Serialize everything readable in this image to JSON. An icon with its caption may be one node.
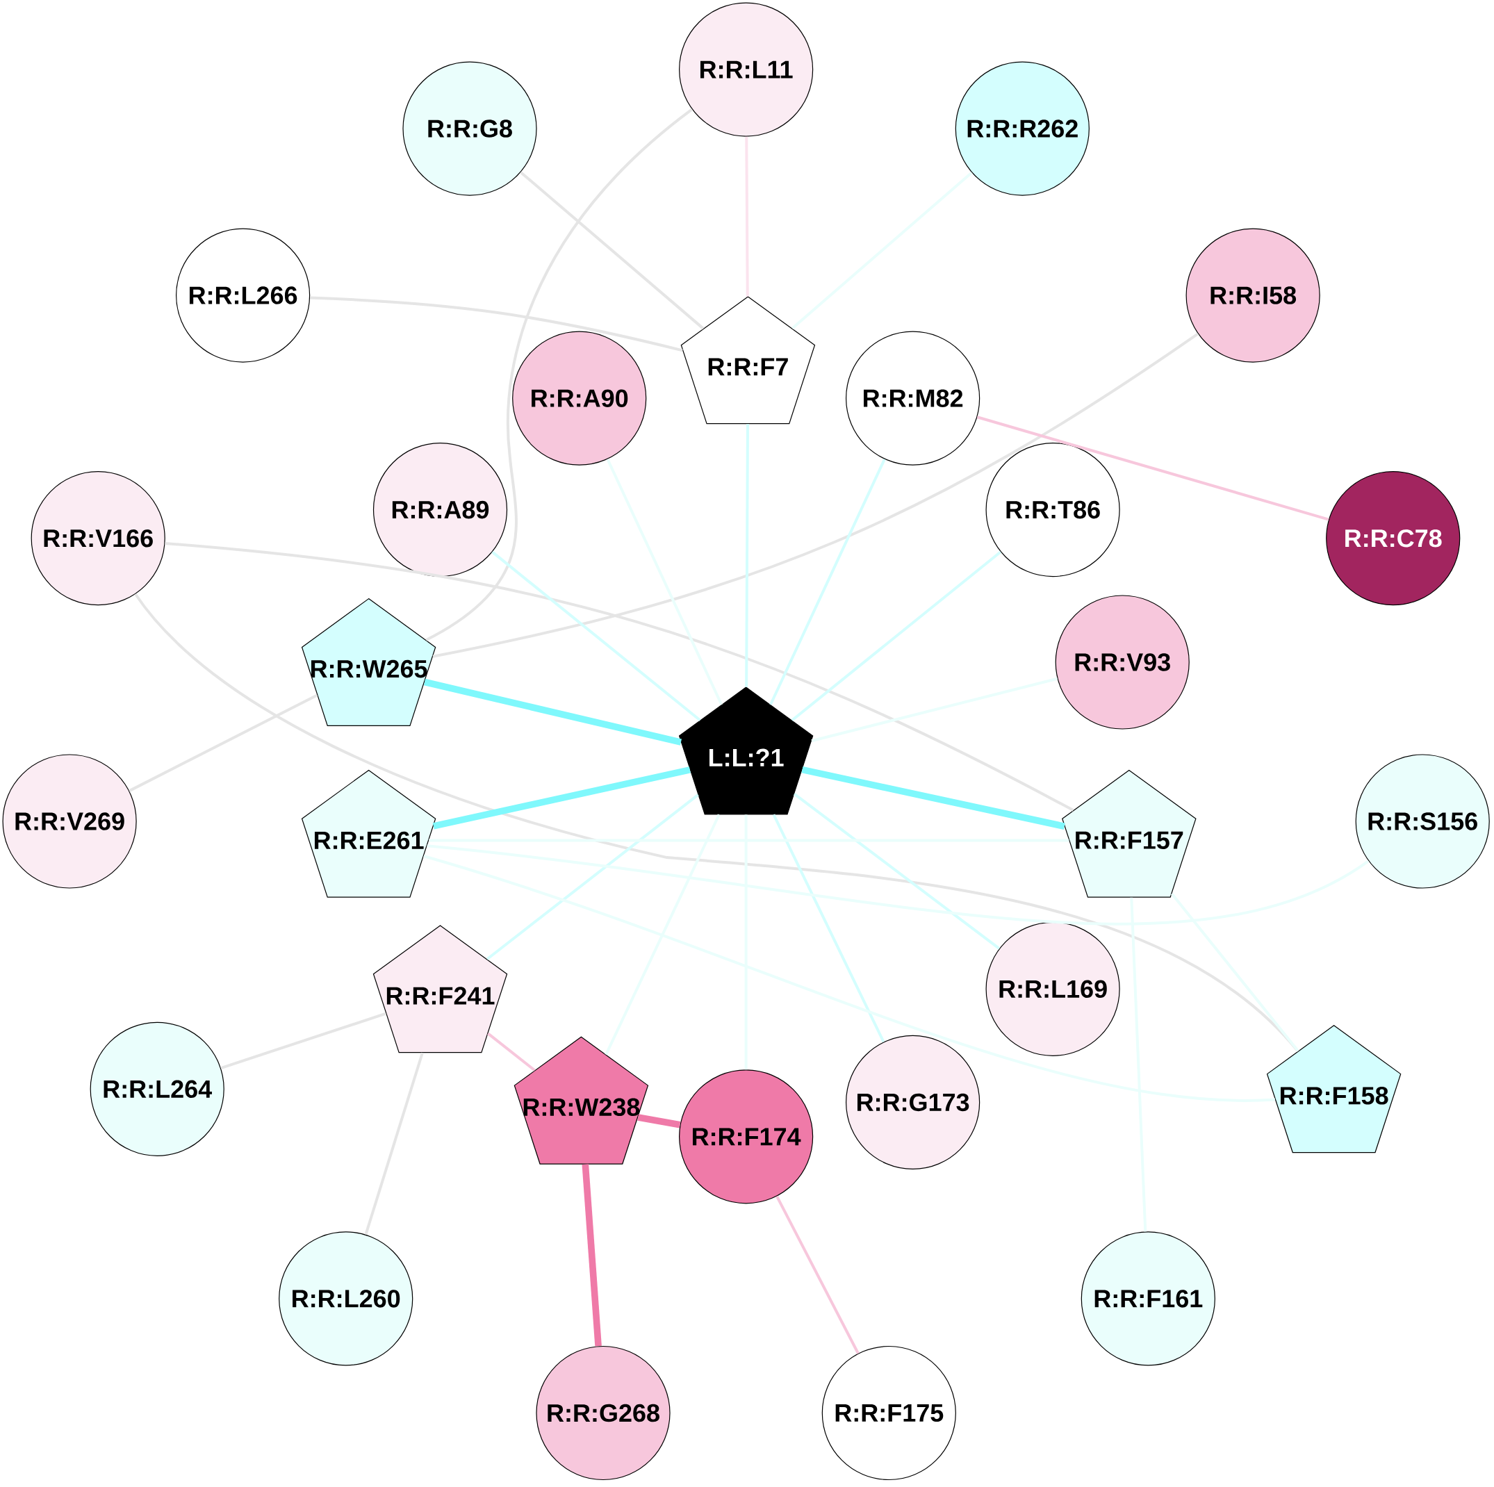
{
  "diagram": {
    "nodes": [
      {
        "text": [
          "L:L:?1"
        ]
      },
      {
        "text": [
          "R:R:F7"
        ]
      },
      {
        "text": [
          "R:R:L11"
        ]
      },
      {
        "text": [
          "R:R:G8"
        ]
      },
      {
        "text": [
          "R:R:R262"
        ]
      },
      {
        "text": [
          "R:R:L266"
        ]
      },
      {
        "text": [
          "R:R:I58"
        ]
      },
      {
        "text": [
          "R:R:A90"
        ]
      },
      {
        "text": [
          "R:R:M82"
        ]
      },
      {
        "text": [
          "R:R:A89"
        ]
      },
      {
        "text": [
          "R:R:T86"
        ]
      },
      {
        "text": [
          "R:R:V166"
        ]
      },
      {
        "text": [
          "R:R:C78"
        ]
      },
      {
        "text": [
          "R:R:W265"
        ]
      },
      {
        "text": [
          "R:R:V93"
        ]
      },
      {
        "text": [
          "R:R:V269"
        ]
      },
      {
        "text": [
          "R:R:E261"
        ]
      },
      {
        "text": [
          "R:R:F157"
        ]
      },
      {
        "text": [
          "R:R:S156"
        ]
      },
      {
        "text": [
          "R:R:F241"
        ]
      },
      {
        "text": [
          "R:R:L169"
        ]
      },
      {
        "text": [
          "R:R:L264"
        ]
      },
      {
        "text": [
          "R:R:W238"
        ]
      },
      {
        "text": [
          "R:R:F174"
        ]
      },
      {
        "text": [
          "R:R:G173"
        ]
      },
      {
        "text": [
          "R:R:F158"
        ]
      },
      {
        "text": [
          "R:R:L260"
        ]
      },
      {
        "text": [
          "R:R:F161"
        ]
      },
      {
        "text": [
          "R:R:G268"
        ]
      },
      {
        "text": [
          "R:R:F175"
        ]
      }
    ],
    "edges": [
      {
        "from": 1,
        "to": 3,
        "arrow": "none",
        "color": "#e5e5e5"
      },
      {
        "from": 1,
        "to": 5,
        "arrow": "none",
        "color": "#e5e5e5"
      },
      {
        "from": 1,
        "to": 2,
        "arrow": "none",
        "color": "#fbe3ee"
      },
      {
        "from": 1,
        "to": 4,
        "arrow": "none",
        "color": "#eafefc"
      },
      {
        "from": 13,
        "to": 2,
        "arrow": "none",
        "color": "#e5e5e5"
      },
      {
        "from": 13,
        "to": 6,
        "arrow": "none",
        "color": "#e5e5e5"
      },
      {
        "from": 13,
        "to": 15,
        "arrow": "none",
        "color": "#e5e5e5"
      },
      {
        "from": 11,
        "to": 17,
        "arrow": "none",
        "color": "#e5e5e5"
      },
      {
        "from": 11,
        "to": 25,
        "arrow": "none",
        "color": "#e5e5e5"
      },
      {
        "from": 19,
        "to": 21,
        "arrow": "none",
        "color": "#e5e5e5"
      },
      {
        "from": 19,
        "to": 26,
        "arrow": "none",
        "color": "#e5e5e5"
      },
      {
        "from": 8,
        "to": 12,
        "arrow": "none",
        "color": "#f7c7dc"
      },
      {
        "from": 19,
        "to": 22,
        "arrow": "none",
        "color": "#f7c7dc"
      },
      {
        "from": 22,
        "to": 23,
        "arrow": "none",
        "style": "thick",
        "color": "#ef7aa8"
      },
      {
        "from": 22,
        "to": 28,
        "arrow": "none",
        "style": "thick",
        "color": "#ef7aa8"
      },
      {
        "from": 23,
        "to": 29,
        "arrow": "none",
        "color": "#f7c7dc"
      },
      {
        "from": 0,
        "to": 1,
        "arrow": "none",
        "color": "#d4fefe"
      },
      {
        "from": 0,
        "to": 7,
        "arrow": "none",
        "color": "#eafefc"
      },
      {
        "from": 0,
        "to": 8,
        "arrow": "none",
        "color": "#d4fefe"
      },
      {
        "from": 0,
        "to": 9,
        "arrow": "none",
        "color": "#d4fefe"
      },
      {
        "from": 0,
        "to": 10,
        "arrow": "none",
        "color": "#d4fefe"
      },
      {
        "from": 0,
        "to": 13,
        "arrow": "none",
        "style": "thick",
        "color": "#7ff8fc"
      },
      {
        "from": 0,
        "to": 14,
        "arrow": "none",
        "color": "#eafefc"
      },
      {
        "from": 0,
        "to": 16,
        "arrow": "none",
        "style": "thick",
        "color": "#7ff8fc"
      },
      {
        "from": 0,
        "to": 17,
        "arrow": "none",
        "style": "thick",
        "color": "#7ff8fc"
      },
      {
        "from": 0,
        "to": 19,
        "arrow": "none",
        "color": "#d4fefe"
      },
      {
        "from": 0,
        "to": 22,
        "arrow": "none",
        "color": "#eafefc"
      },
      {
        "from": 0,
        "to": 23,
        "arrow": "none",
        "color": "#eafefc"
      },
      {
        "from": 0,
        "to": 24,
        "arrow": "none",
        "color": "#d4fefe"
      },
      {
        "from": 0,
        "to": 20,
        "arrow": "none",
        "color": "#d4fefe"
      },
      {
        "from": 16,
        "to": 18,
        "arrow": "none",
        "color": "#eafefc"
      },
      {
        "from": 16,
        "to": 17,
        "arrow": "none",
        "color": "#eafefc"
      },
      {
        "from": 16,
        "to": 25,
        "arrow": "none",
        "color": "#eafefc"
      },
      {
        "from": 17,
        "to": 25,
        "arrow": "none",
        "color": "#eafefc"
      },
      {
        "from": 17,
        "to": 27,
        "arrow": "none",
        "color": "#eafefc"
      }
    ]
  }
}
